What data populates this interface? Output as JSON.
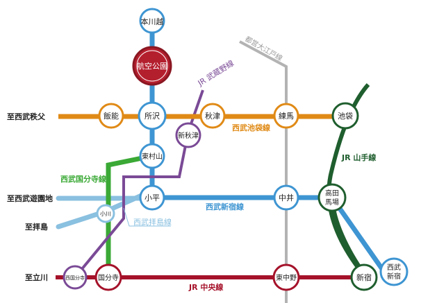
{
  "colors": {
    "ikebukuro": "#E08A16",
    "shinjuku": "#3E95D2",
    "kokubunji": "#3AA935",
    "haijima": "#8AC0E0",
    "chuo": "#A5122A",
    "musashino": "#7A4A96",
    "yamanote": "#1F5E2E",
    "oedo": "#B3B3B3",
    "terminal": "#B41F2E"
  },
  "stations": {
    "honkawagoe": "本川越",
    "koku_koen": "航空公園",
    "tokorozawa": "所沢",
    "hanno": "飯能",
    "shin_akitsu": "新秋津",
    "akitsu": "秋津",
    "nerima": "練馬",
    "ikebukuro": "池袋",
    "higashimurayama": "東村山",
    "kodaira": "小平",
    "nakai": "中井",
    "takadanobaba": [
      "高田",
      "馬場"
    ],
    "ogawa": "小川",
    "nishi_kokubunji": "西国分寺",
    "kokubunji": "国分寺",
    "higashi_nakano": "東中野",
    "shinjuku": "新宿",
    "seibu_shinjuku": [
      "西武",
      "新宿"
    ]
  },
  "lines": {
    "musashino": "JR 武蔵野線",
    "oedo": "都営大江戸線",
    "ikebukuro": "西武池袋線",
    "yamanote": "JR 山手線",
    "kokubunji": "西武国分寺線",
    "shinjuku": "西武新宿線",
    "haijima": "西武拝島線",
    "chuo": "JR 中央線"
  },
  "destinations": {
    "chichibu": "至西武秩父",
    "yuenchi": "至西武遊園地",
    "haijima": "至拝島",
    "tachikawa": "至立川"
  }
}
